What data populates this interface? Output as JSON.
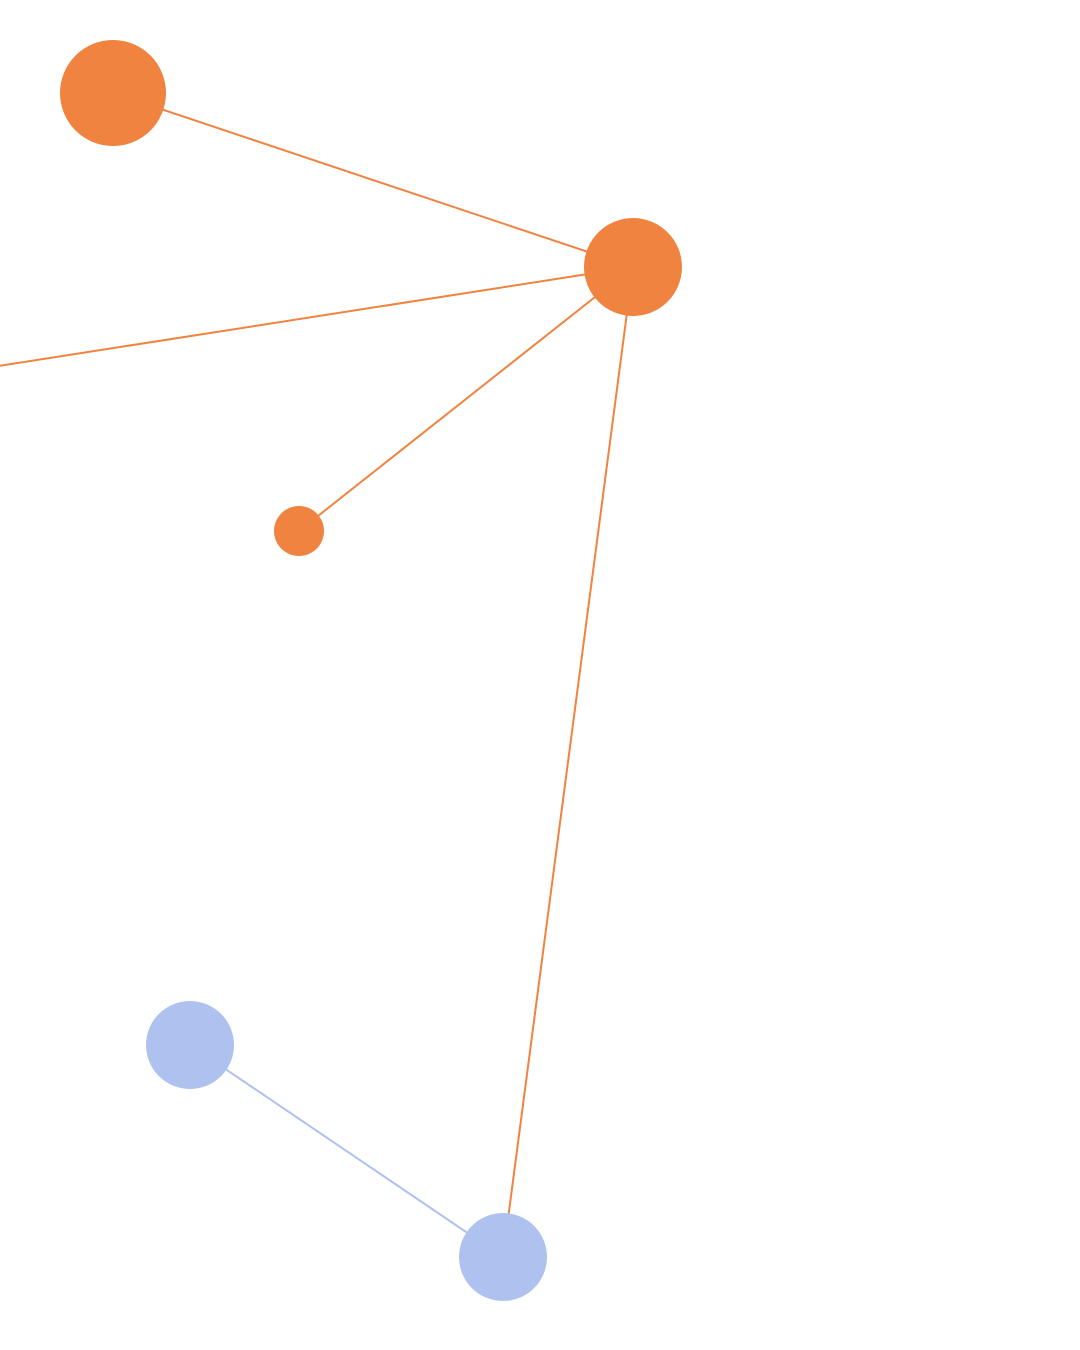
{
  "diagram": {
    "type": "network-graph",
    "colors": {
      "background": "#ffffff",
      "orange": "#f0833f",
      "blue": "#afc1ef"
    },
    "nodes": [
      {
        "id": "orange-top-left",
        "group": "orange"
      },
      {
        "id": "orange-hub",
        "group": "orange"
      },
      {
        "id": "orange-small",
        "group": "orange"
      },
      {
        "id": "blue-left",
        "group": "blue"
      },
      {
        "id": "blue-bottom",
        "group": "blue"
      },
      {
        "id": "offscreen-left",
        "group": "orange"
      }
    ],
    "edges": [
      {
        "from": "orange-top-left",
        "to": "orange-hub",
        "group": "orange"
      },
      {
        "from": "offscreen-left",
        "to": "orange-hub",
        "group": "orange"
      },
      {
        "from": "orange-small",
        "to": "orange-hub",
        "group": "orange"
      },
      {
        "from": "orange-hub",
        "to": "blue-bottom",
        "group": "orange"
      },
      {
        "from": "blue-left",
        "to": "blue-bottom",
        "group": "blue"
      }
    ]
  }
}
